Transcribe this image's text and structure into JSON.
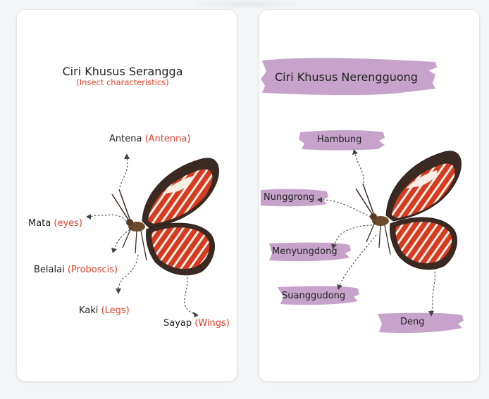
{
  "left_panel": {
    "title": "Ciri Khusus Serangga",
    "subtitle": "(Insect characteristics)",
    "labels": {
      "antena": {
        "word": "Antena",
        "translation": "(Antenna)"
      },
      "mata": {
        "word": "Mata",
        "translation": "(eyes)"
      },
      "belalai": {
        "word": "Belalai",
        "translation": "(Proboscis)"
      },
      "kaki": {
        "word": "Kaki",
        "translation": "(Legs)"
      },
      "sayap": {
        "word": "Sayap",
        "translation": "(Wings)"
      }
    }
  },
  "right_panel": {
    "title": "Ciri Khusus Nerengguong",
    "labels": {
      "hambung": "Hambung",
      "nunggrong": "Nunggrong",
      "menyungdong": "Menyungdong",
      "suanggudong": "Suanggudong",
      "deng": "Deng"
    }
  },
  "colors": {
    "translation_text": "#d9412b",
    "brush_highlight": "#c7a3cc",
    "wing_red": "#d63a1f",
    "wing_dark": "#3a2a22"
  }
}
